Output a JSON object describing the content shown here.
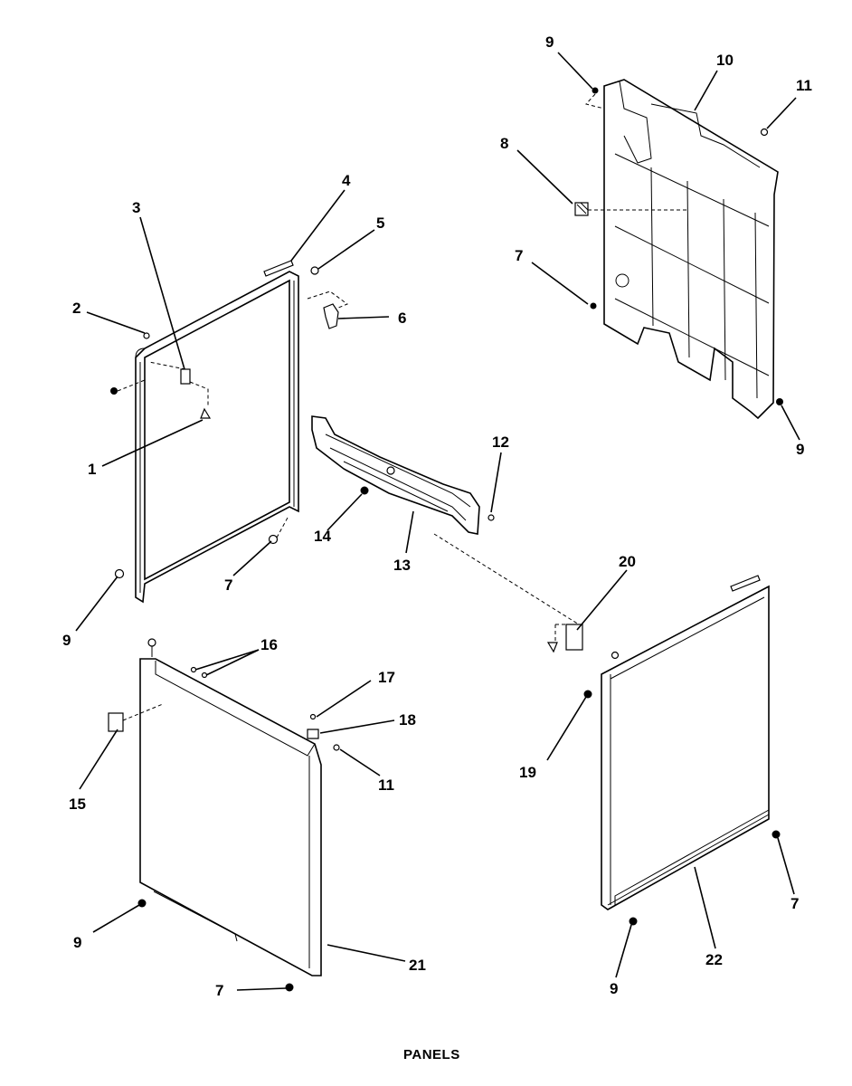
{
  "caption": "PANELS",
  "callouts": [
    {
      "id": "c9-top",
      "label": "9"
    },
    {
      "id": "c10",
      "label": "10"
    },
    {
      "id": "c11-top",
      "label": "11"
    },
    {
      "id": "c8",
      "label": "8"
    },
    {
      "id": "c7-rear",
      "label": "7"
    },
    {
      "id": "c9-rear",
      "label": "9"
    },
    {
      "id": "c4",
      "label": "4"
    },
    {
      "id": "c3",
      "label": "3"
    },
    {
      "id": "c5",
      "label": "5"
    },
    {
      "id": "c2",
      "label": "2"
    },
    {
      "id": "c6",
      "label": "6"
    },
    {
      "id": "c1",
      "label": "1"
    },
    {
      "id": "c12",
      "label": "12"
    },
    {
      "id": "c14",
      "label": "14"
    },
    {
      "id": "c7-frame",
      "label": "7"
    },
    {
      "id": "c13",
      "label": "13"
    },
    {
      "id": "c9-frame",
      "label": "9"
    },
    {
      "id": "c20",
      "label": "20"
    },
    {
      "id": "c16",
      "label": "16"
    },
    {
      "id": "c17",
      "label": "17"
    },
    {
      "id": "c18",
      "label": "18"
    },
    {
      "id": "c11-front",
      "label": "11"
    },
    {
      "id": "c15",
      "label": "15"
    },
    {
      "id": "c19",
      "label": "19"
    },
    {
      "id": "c7-side",
      "label": "7"
    },
    {
      "id": "c22",
      "label": "22"
    },
    {
      "id": "c9-side",
      "label": "9"
    },
    {
      "id": "c9-front",
      "label": "9"
    },
    {
      "id": "c21",
      "label": "21"
    },
    {
      "id": "c7-front",
      "label": "7"
    }
  ]
}
